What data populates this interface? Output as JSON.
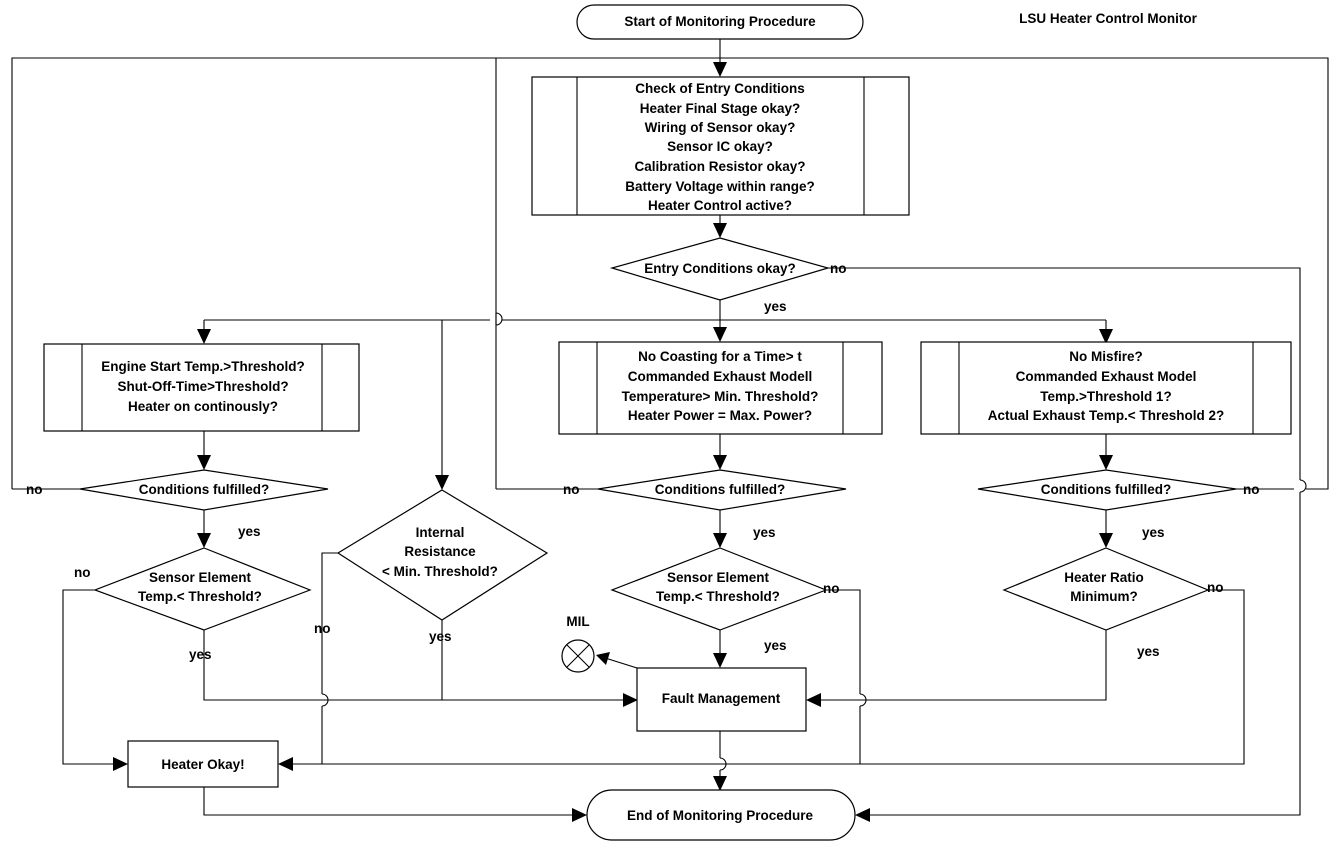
{
  "title": "LSU Heater Control Monitor",
  "nodes": {
    "start": "Start of Monitoring Procedure",
    "entry_check": [
      "Check of Entry Conditions",
      "Heater Final Stage okay?",
      "Wiring of Sensor okay?",
      "Sensor IC okay?",
      "Calibration Resistor okay?",
      "Battery Voltage within range?",
      "Heater Control active?"
    ],
    "entry_ok": "Entry Conditions okay?",
    "left_cond": [
      "Engine Start Temp.>Threshold?",
      "Shut-Off-Time>Threshold?",
      "Heater on continously?"
    ],
    "mid_cond": [
      "No Coasting for a Time> t",
      "Commanded Exhaust Modell",
      "Temperature> Min. Threshold?",
      "Heater Power = Max. Power?"
    ],
    "right_cond": [
      "No Misfire?",
      "Commanded Exhaust Model",
      "Temp.>Threshold 1?",
      "Actual Exhaust Temp.< Threshold 2?"
    ],
    "cond_fulfilled_left": "Conditions fulfilled?",
    "cond_fulfilled_mid": "Conditions fulfilled?",
    "cond_fulfilled_right": "Conditions fulfilled?",
    "internal_res": [
      "Internal",
      "Resistance",
      "< Min. Threshold?"
    ],
    "sensor_left": [
      "Sensor Element",
      "Temp.< Threshold?"
    ],
    "sensor_mid": [
      "Sensor Element",
      "Temp.< Threshold?"
    ],
    "heater_ratio": [
      "Heater Ratio",
      "Minimum?"
    ],
    "fault": "Fault Management",
    "heater_ok": "Heater Okay!",
    "mil": "MIL",
    "end": "End of Monitoring Procedure"
  },
  "labels": {
    "yes": "yes",
    "no": "no"
  }
}
